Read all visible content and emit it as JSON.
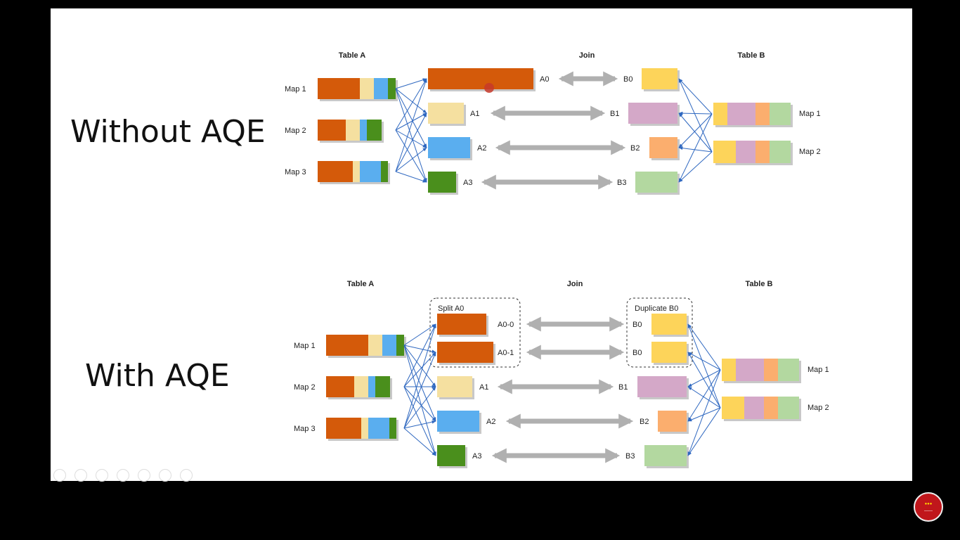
{
  "titles": {
    "without": "Without AQE",
    "with": "With AQE"
  },
  "top": {
    "table_a": "Table A",
    "join": "Join",
    "table_b": "Table B",
    "maps_a": [
      "Map 1",
      "Map 2",
      "Map 3"
    ],
    "maps_b": [
      "Map 1",
      "Map 2"
    ],
    "a_parts": [
      "A0",
      "A1",
      "A2",
      "A3"
    ],
    "b_parts": [
      "B0",
      "B1",
      "B2",
      "B3"
    ]
  },
  "bottom": {
    "table_a": "Table A",
    "join": "Join",
    "table_b": "Table B",
    "maps_a": [
      "Map 1",
      "Map 2",
      "Map 3"
    ],
    "maps_b": [
      "Map 1",
      "Map 2"
    ],
    "split_label": "Split A0",
    "dup_label": "Duplicate B0",
    "a_parts": [
      "A0-0",
      "A0-1",
      "A1",
      "A2",
      "A3"
    ],
    "b_parts": [
      "B0",
      "B0",
      "B1",
      "B2",
      "B3"
    ]
  },
  "colors": {
    "orange": "#d45a0a",
    "yellow": "#f5e0a0",
    "blue": "#5aaeef",
    "green": "#4a8f1c",
    "gold": "#fdd45a",
    "pink": "#d4a8c8",
    "peach": "#fbae6e",
    "mint": "#b3d8a0",
    "arrow": "#b0b0b0",
    "connector": "#2f68c0"
  }
}
